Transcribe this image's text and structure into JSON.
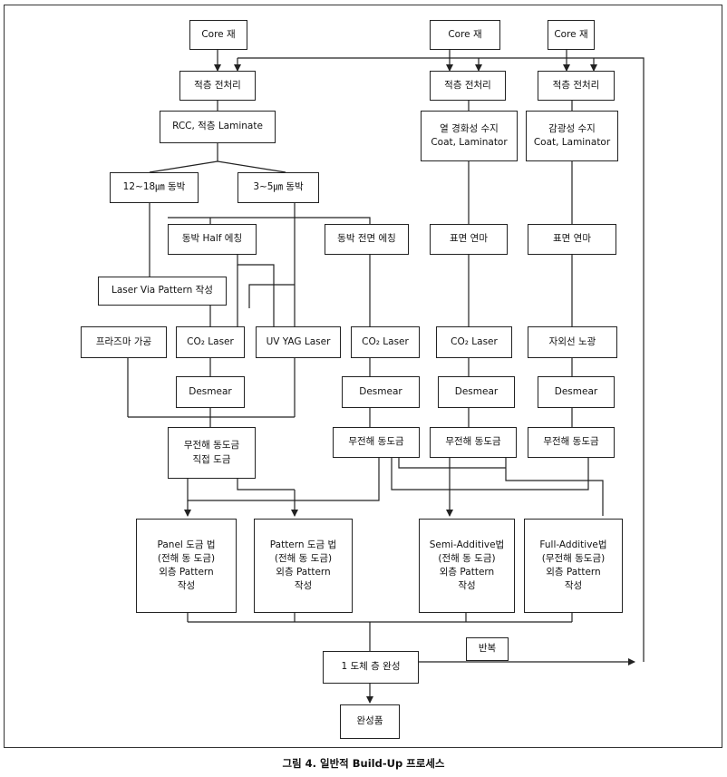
{
  "caption": "그림 4. 일반적 Build-Up 프로세스",
  "nodes": {
    "core1": "Core 재",
    "core2": "Core 재",
    "core3": "Core 재",
    "pre1": "적층 전처리",
    "pre2": "적층 전처리",
    "pre3": "적층 전처리",
    "rcc": "RCC, 적층 Laminate",
    "foil12": "12~18㎛ 동박",
    "foil3": "3~5㎛ 동박",
    "half": "동박 Half 에칭",
    "fulletch": "동박 전면 에칭",
    "lvp": "Laser Via Pattern 작성",
    "plasma": "프라즈마 가공",
    "co2a": "CO₂ Laser",
    "uvyag": "UV YAG Laser",
    "co2b": "CO₂ Laser",
    "co2c": "CO₂ Laser",
    "uvexp": "자외선 노광",
    "thermo": "열 경화성 수지\nCoat, Laminator",
    "photo": "감광성 수지\nCoat, Laminator",
    "polish1": "표면 연마",
    "polish2": "표면 연마",
    "desmear1": "Desmear",
    "desmear2": "Desmear",
    "desmear3": "Desmear",
    "desmear4": "Desmear",
    "electroless1": "무전해 동도금\n직접 도금",
    "electroless2": "무전해 동도금",
    "electroless3": "무전해 동도금",
    "electroless4": "무전해 동도금",
    "panel": "Panel 도금 법\n(전해 동 도금)\n외층 Pattern\n작성",
    "pattern": "Pattern 도금 법\n(전해 동 도금)\n외층 Pattern\n작성",
    "semi": "Semi-Additive법\n(전해 동 도금)\n외층 Pattern\n작성",
    "full": "Full-Additive법\n(무전해 동도금)\n외층 Pattern\n작성",
    "repeat": "반복",
    "layer": "1 도체 층 완성",
    "finished": "완성품"
  }
}
